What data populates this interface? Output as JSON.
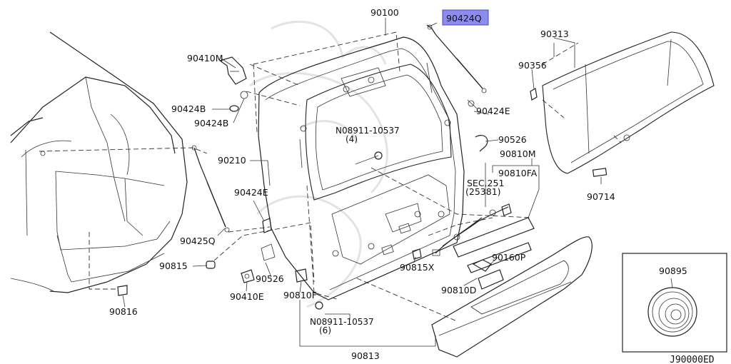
{
  "diagram": {
    "code": "J90000ED",
    "highlight_color": "#8c8cee",
    "labels": {
      "p90100": "90100",
      "p90424Q": "90424Q",
      "p90313": "90313",
      "p90356": "90356",
      "p90410M": "90410M",
      "p90424B_a": "90424B",
      "p90424B_b": "90424B",
      "p90424E_a": "90424E",
      "p08911_a": "N08911-10537",
      "qty_a": "(4)",
      "p90526_a": "90526",
      "p90810M": "90810M",
      "p90810FA": "90810FA",
      "sec": "SEC.251",
      "sec_ref": "(25381)",
      "p90714": "90714",
      "p90210": "90210",
      "p90424E_b": "90424E",
      "p90425Q": "90425Q",
      "p90815": "90815",
      "p90526_b": "90526",
      "p90410E": "90410E",
      "p90810F": "90810F",
      "p90815X": "90815X",
      "p90160P": "90160P",
      "p90810D": "90810D",
      "p90816": "90816",
      "p08911_b": "N08911-10537",
      "qty_b": "(6)",
      "p90813": "90813",
      "p90895": "90895"
    }
  }
}
